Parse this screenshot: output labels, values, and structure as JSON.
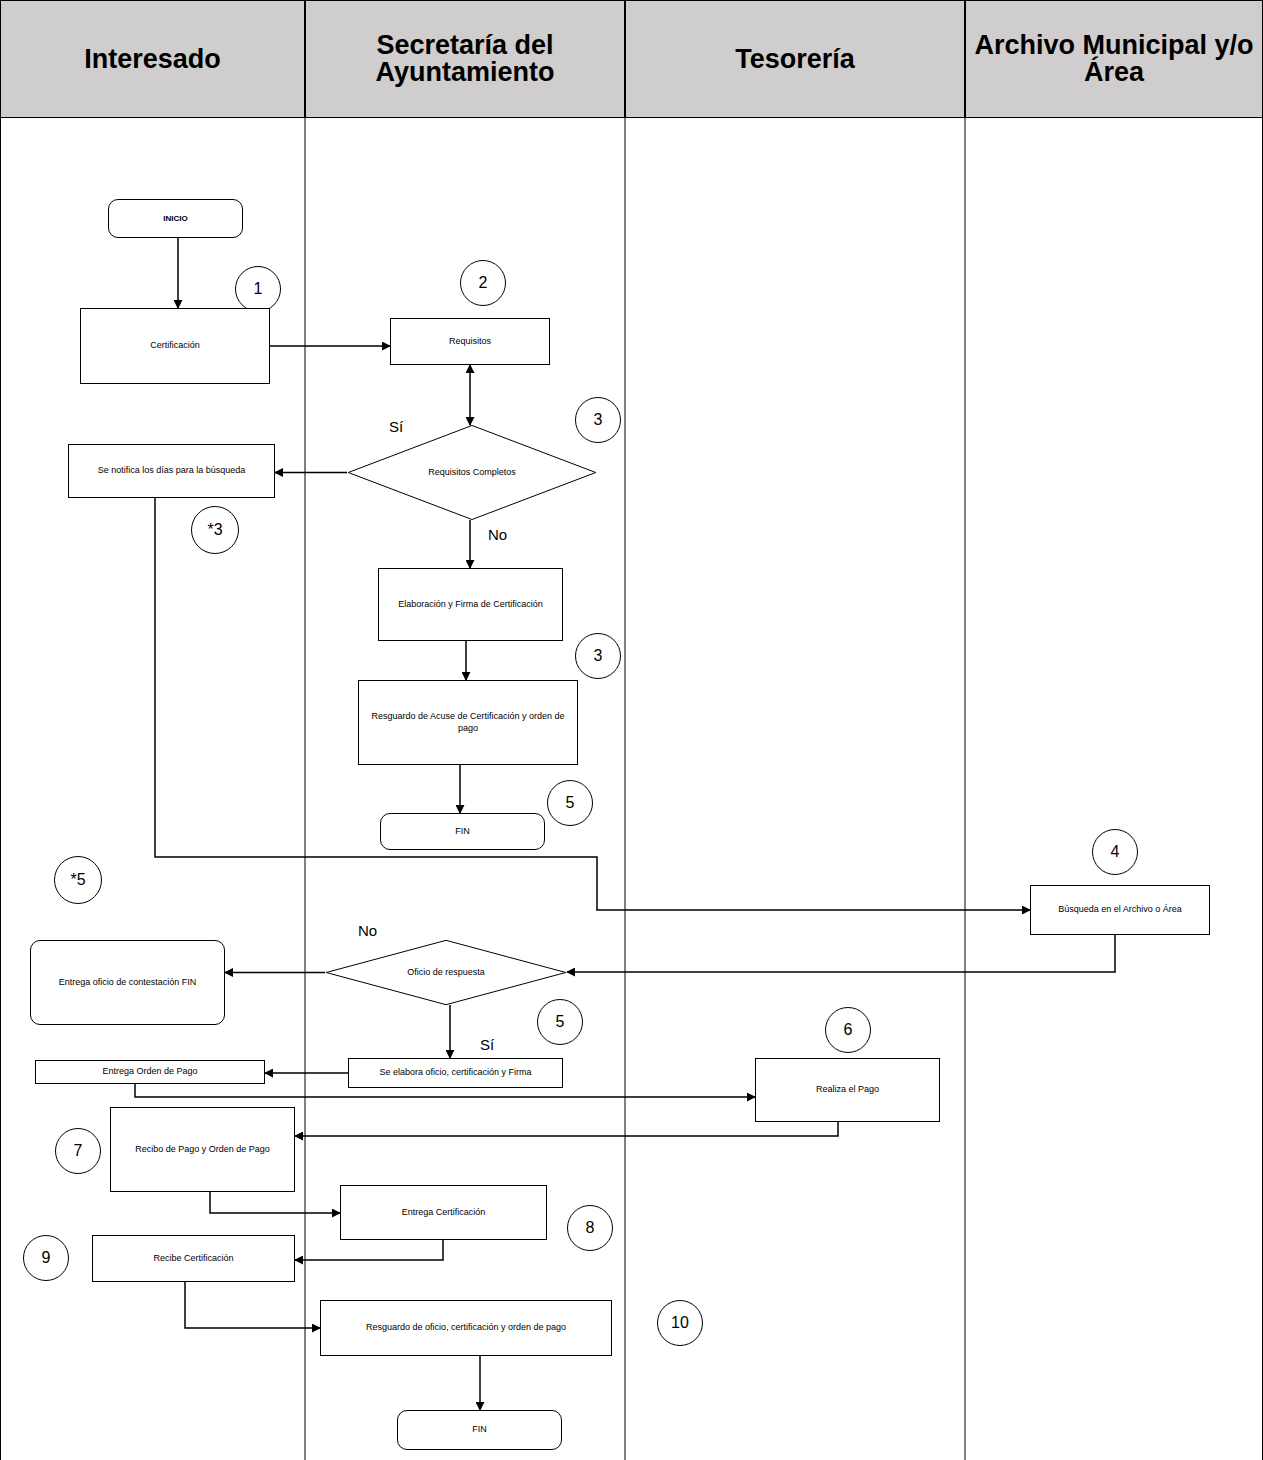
{
  "diagram": {
    "nodes": [
      {
        "text": [
          "Interesado"
        ]
      },
      {
        "text": [
          "Secretaría del Ayuntamiento"
        ]
      },
      {
        "text": [
          "Tesorería"
        ]
      },
      {
        "text": [
          "Archivo Municipal y/o Área"
        ]
      },
      {
        "text": [
          "INICIO"
        ]
      },
      {
        "text": [
          "1"
        ]
      },
      {
        "text": [
          "2"
        ]
      },
      {
        "text": [
          "Certificación"
        ]
      },
      {
        "text": [
          "Requisitos"
        ]
      },
      {
        "text": [
          "3"
        ]
      },
      {
        "text": [
          "Requisitos Completos"
        ]
      },
      {
        "text": [
          "Se notifica los días para la búsqueda"
        ]
      },
      {
        "text": [
          "*3"
        ]
      },
      {
        "text": [
          "Elaboración y Firma de Certificación"
        ]
      },
      {
        "text": [
          "3"
        ]
      },
      {
        "text": [
          "Resguardo de Acuse de Certificación y orden de pago"
        ]
      },
      {
        "text": [
          "5"
        ]
      },
      {
        "text": [
          "FIN"
        ]
      },
      {
        "text": [
          "4"
        ]
      },
      {
        "text": [
          "Búsqueda en el Archivo o Área"
        ]
      },
      {
        "text": [
          "*5"
        ]
      },
      {
        "text": [
          "Oficio de respuesta"
        ]
      },
      {
        "text": [
          "Entrega oficio de contestación FIN"
        ]
      },
      {
        "text": [
          "5"
        ]
      },
      {
        "text": [
          "Se elabora oficio, certificación y Firma"
        ]
      },
      {
        "text": [
          "6"
        ]
      },
      {
        "text": [
          "Entrega Orden de Pago"
        ]
      },
      {
        "text": [
          "Realiza el Pago"
        ]
      },
      {
        "text": [
          "7"
        ]
      },
      {
        "text": [
          "Recibo de Pago y Orden de Pago"
        ]
      },
      {
        "text": [
          "Entrega Certificación"
        ]
      },
      {
        "text": [
          "8"
        ]
      },
      {
        "text": [
          "9"
        ]
      },
      {
        "text": [
          "Recibe Certificación"
        ]
      },
      {
        "text": [
          "Resguardo de oficio, certificación y orden de pago"
        ]
      },
      {
        "text": [
          "10"
        ]
      },
      {
        "text": [
          "FIN"
        ]
      }
    ],
    "edges": [
      {
        "from": 4,
        "to": 7,
        "arrow": "to"
      },
      {
        "from": 7,
        "to": 8,
        "arrow": "to"
      },
      {
        "from": 8,
        "to": 10,
        "arrow": "both"
      },
      {
        "from": 10,
        "to": 11,
        "label": "Sí",
        "arrow": "to"
      },
      {
        "from": 10,
        "to": 13,
        "label": "No",
        "arrow": "to"
      },
      {
        "from": 13,
        "to": 15,
        "arrow": "to"
      },
      {
        "from": 15,
        "to": 17,
        "arrow": "to"
      },
      {
        "from": 11,
        "to": 19,
        "arrow": "to"
      },
      {
        "from": 19,
        "to": 21,
        "arrow": "to"
      },
      {
        "from": 21,
        "to": 22,
        "label": "No",
        "arrow": "to"
      },
      {
        "from": 21,
        "to": 24,
        "label": "Sí",
        "arrow": "to"
      },
      {
        "from": 24,
        "to": 26,
        "arrow": "to"
      },
      {
        "from": 26,
        "to": 27,
        "arrow": "to"
      },
      {
        "from": 27,
        "to": 29,
        "arrow": "to"
      },
      {
        "from": 29,
        "to": 30,
        "arrow": "to"
      },
      {
        "from": 30,
        "to": 33,
        "arrow": "to"
      },
      {
        "from": 33,
        "to": 34,
        "arrow": "to"
      },
      {
        "from": 34,
        "to": 36,
        "arrow": "to"
      }
    ]
  }
}
